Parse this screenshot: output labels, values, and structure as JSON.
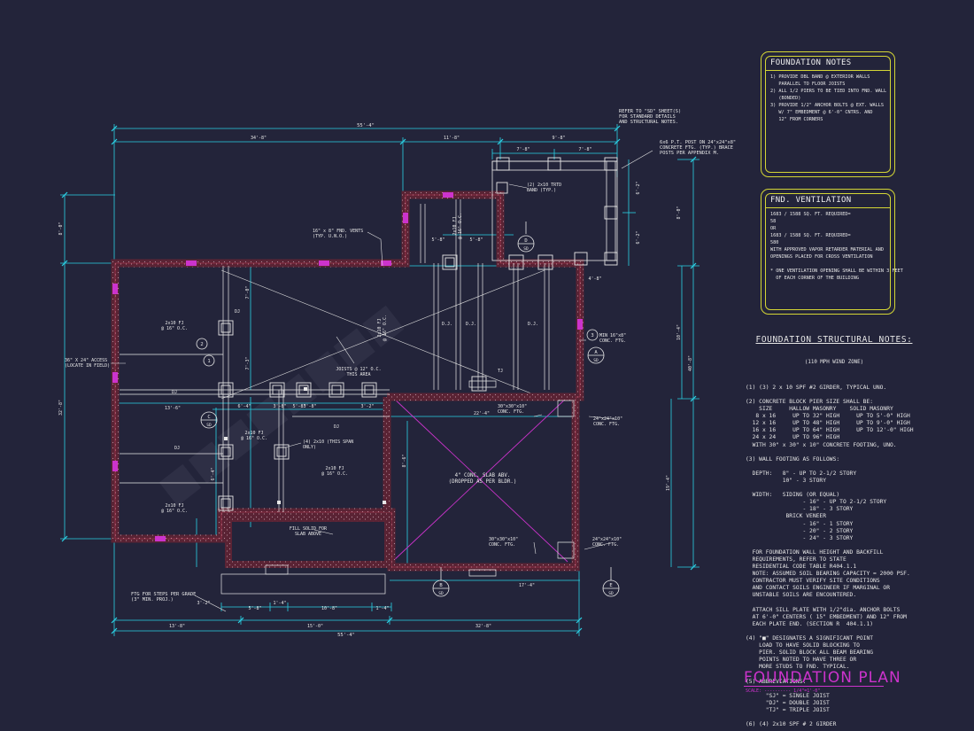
{
  "sheet": {
    "title": "FOUNDATION PLAN",
    "scale": "SCALE: ---------- 1/4\"=1'-0\""
  },
  "colors": {
    "background": "#23243a",
    "dimension": "#2ad2e6",
    "wall": "#6a2a3c",
    "accent": "#cc33cc",
    "note_border": "#d4d635",
    "line": "#e8e8e8"
  },
  "foundation_notes": {
    "title": "FOUNDATION NOTES",
    "lines": [
      "1) PROVIDE DBL BAND @ EXTERIOR WALLS",
      "   PARALLEL TO FLOOR JOISTS",
      "2) ALL 1/2 PIERS TO BE TIED INTO FND. WALL",
      "   (BONDED)",
      "3) PROVIDE 1/2\" ANCHOR BOLTS @ EXT. WALLS",
      "   W/ 7\" EMBEDMENT @ 6'-0\" CNTRS. AND",
      "   12\" FROM CORNERS"
    ]
  },
  "fnd_ventilation": {
    "title": "FND. VENTILATION",
    "lines": [
      "1683 / 1588 SQ. FT. REQUIRED=",
      "58",
      "OR",
      "1683 / 1588 SQ. FT. REQUIRED=",
      "580",
      "WITH APPROVED VAPOR RETARDER MATERIAL AND",
      "OPENINGS PLACED FOR CROSS VENTILATION",
      "",
      "* ONE VENTILATION OPENING SHALL BE WITHIN 3 FEET",
      "  OF EACH CORNER OF THE BUILDING"
    ]
  },
  "structural_notes": {
    "title": "FOUNDATION STRUCTURAL NOTES:",
    "subtitle": "(110 MPH WIND ZONE)",
    "lines": [
      "(1) (3) 2 x 10 SPF #2 GIRDER, TYPICAL UNO.",
      "",
      "(2) CONCRETE BLOCK PIER SIZE SHALL BE:",
      "    SIZE     HALLOW MASONRY    SOLID MASONRY",
      "   8 x 16     UP TO 32\" HIGH     UP TO 5'-0\" HIGH",
      "  12 x 16     UP TO 48\" HIGH     UP TO 9'-0\" HIGH",
      "  16 x 16     UP TO 64\" HIGH     UP TO 12'-0\" HIGH",
      "  24 x 24     UP TO 96\" HIGH",
      "  WITH 30\" x 30\" x 10\" CONCRETE FOOTING, UNO.",
      "",
      "(3) WALL FOOTING AS FOLLOWS:",
      "",
      "  DEPTH:   8\" - UP TO 2-1/2 STORY",
      "           10\" - 3 STORY",
      "",
      "  WIDTH:   SIDING (OR EQUAL)",
      "                 - 16\" - UP TO 2-1/2 STORY",
      "                 - 18\" - 3 STORY",
      "            BRICK VENEER",
      "                 - 16\" - 1 STORY",
      "                 - 20\" - 2 STORY",
      "                 - 24\" - 3 STORY",
      "",
      "  FOR FOUNDATION WALL HEIGHT AND BACKFILL",
      "  REQUIREMENTS, REFER TO STATE",
      "  RESIDENTIAL CODE TABLE R404.1.1",
      "  NOTE: ASSUMED SOIL BEARING CAPACITY = 2000 PSF.",
      "  CONTRACTOR MUST VERIFY SITE CONDITIONS",
      "  AND CONTACT SOILS ENGINEER IF MARGINAL OR",
      "  UNSTABLE SOILS ARE ENCOUNTERED.",
      "",
      "  ATTACH SILL PLATE WITH 1/2\"dia. ANCHOR BOLTS",
      "  AT 6'-0\" CENTERS ( 15\" EMBEDMENT) AND 12\" FROM",
      "  EACH PLATE END. (SECTION R  404.1.1)",
      "",
      "(4) \"■\" DESIGNATES A SIGNIFICANT POINT",
      "    LOAD TO HAVE SOLID BLOCKING TO",
      "    PIER. SOLID BLOCK ALL BEAM BEARING",
      "    POINTS NOTED TO HAVE THREE OR",
      "    MORE STUDS TO FND. TYPICAL.",
      "",
      "(5) ABBREVIATIONS:",
      "",
      "      \"SJ\" = SINGLE JOIST",
      "      \"DJ\" = DOUBLE JOIST",
      "      \"TJ\" = TRIPLE JOIST",
      "",
      "(6) (4) 2x10 SPF # 2 GIRDER"
    ]
  },
  "plan": {
    "dims": {
      "overall_top": "55'-4\"",
      "top_left": "34'-8\"",
      "top_mid": "11'-8\"",
      "top_right": "9'-8\"",
      "porch_a": "7'-8\"",
      "porch_b": "7'-8\"",
      "overall_bottom": "55'-4\"",
      "bottom_left": "13'-8\"",
      "bottom_mid": "15'-0\"",
      "bottom_right": "32'-8\"",
      "left_overall": "32'-8\"",
      "left_top": "8'-0\"",
      "right_overall": "40'-8\"",
      "right_top": "8'-0\"",
      "right_mid": "10'-4\"",
      "right_lower": "19'-4\"",
      "porch_side1": "6'-2\"",
      "porch_side2": "6'-2\"",
      "porch_side3": "4'-8\"",
      "slab_width": "22'-4\"",
      "slab_bottom": "17'-4\"",
      "slab_left": "8'-6\"",
      "d1": "13'-6\"",
      "d2": "6'-4\"",
      "d3": "3'-8\"",
      "d4": "3'-8\"",
      "d5": "3'-2\"",
      "d6": "5'-8\"",
      "d7": "5'-8\"",
      "d8": "5'-8\"",
      "d9": "3'-2\"",
      "d10": "10'-8\"",
      "d11": "5'-8\"",
      "d12": "1'-4\"",
      "d13": "1'-4\"",
      "d14": "7'-0\"",
      "d15": "7'-3\"",
      "d16": "6'-4\""
    },
    "labels": {
      "refer_note": "REFER TO \"SD\" SHEET(S)\nFOR STANDARD DETAILS\nAND STRUCTURAL NOTES.",
      "post_note": "6x6 P.T. POST ON 24\"x24\"x8\"\nCONCRETE FTG. (TYP.) BRACE\nPOSTS PER APPENDIX M.",
      "band": "(2) 2x10 TRTD\nBAND (TYP.)",
      "vents": "16\" x 8\" FND. VENTS\n(TYP. U.N.O.)",
      "access": "36\" X 24\" ACCESS\n(LOCATE IN FIELD)",
      "joists": "JOISTS @ 12\" O.C.\nTHIS AREA",
      "min_ftg": "MIN 16\"x8\"\nCONC. FTG.",
      "fj_1": "2x10 FJ\n@ 16\" O.C.",
      "fj_2": "2x10 FJ\n@ 16\" O.C.",
      "fj_3": "2x10 FJ\n@ 16\" O.C.",
      "fj_4": "2x10 FJ\n@ 16\" O.C.",
      "fj_5": "2x10 FJ\n@ 16\" O.C.",
      "fj_6": "2x10 FJ\n@ 16\" O.C.",
      "this_span": "(4) 2x10 (THIS SPAN\nONLY)",
      "slab": "4\" CONC. SLAB ABV.\n(DROPPED AS PER BLDR.)",
      "ftg_30": "30\"x30\"x10\"\nCONC. FTG.",
      "ftg_24a": "24\"x24\"x10\"\nCONC. FTG.",
      "ftg_30b": "30\"x30\"x10\"\nCONC. FTG.",
      "ftg_24b": "24\"x24\"x10\"\nCONC. FTG.",
      "fill": "FILL SOLID FOR\nSLAB ABOVE",
      "steps": "FTG FOR STEPS PER GRADE\n(3\" MIN. PROJ.)",
      "dj": "DJ",
      "dj_b": "D.J.",
      "tj": "TJ",
      "cut_a": "A",
      "cut_b": "B",
      "cut_c": "C",
      "cut_d": "D",
      "cut_e": "E",
      "sheet_ref": "SD",
      "callout_1": "1",
      "callout_2": "2",
      "callout_3": "3"
    }
  }
}
